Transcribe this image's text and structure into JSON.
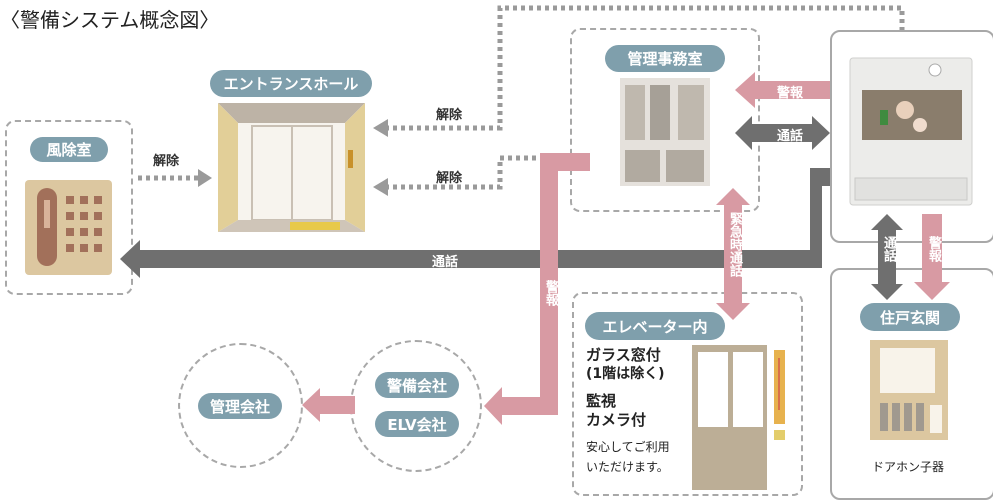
{
  "title": "〈警備システム概念図〉",
  "rooms": {
    "windbreak": "風除室",
    "entrance": "エントランスホール",
    "office": "管理事務室",
    "elevator": "エレベーター内",
    "door": "住戸玄関",
    "mgmt_company": "管理会社",
    "security_company": "警備会社",
    "elv_company": "ELV会社"
  },
  "arrows": {
    "release1": "解除",
    "release2": "解除",
    "release3": "解除",
    "alarm_monitor": "警報",
    "call_monitor": "通話",
    "call_main": "通話",
    "alarm_vertical": "警報",
    "emergency_call": "緊急時通話",
    "call_door": "通話",
    "alarm_door": "警報"
  },
  "elevator_text": {
    "line1": "ガラス窓付",
    "line2": "(1階は除く)",
    "line3": "監視",
    "line4": "カメラ付",
    "line5": "安心してご利用",
    "line6": "いただけます。"
  },
  "door_caption": "ドアホン子器",
  "colors": {
    "pill": "#7f9fac",
    "alarm": "#d89aa3",
    "call": "#6f6f6f",
    "dotted": "#9a9a9a"
  }
}
